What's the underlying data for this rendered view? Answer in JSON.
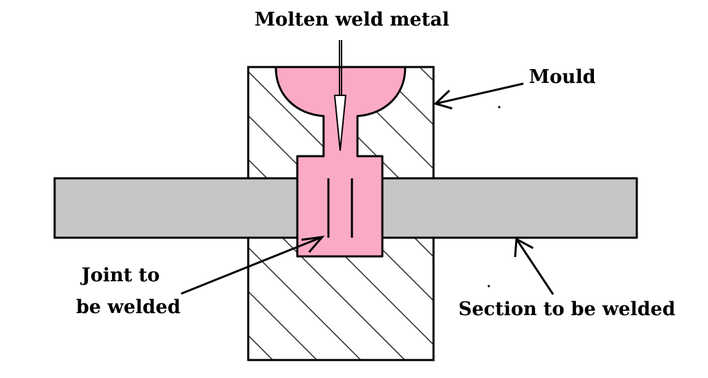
{
  "labels": {
    "molten": "Molten weld metal",
    "mould": "Mould",
    "joint_line1": "Joint to",
    "joint_line2": "be welded",
    "section": "Section to be welded"
  },
  "colors": {
    "weld_metal": "#fbaac5",
    "section": "#c6c6c6",
    "outline": "#000000",
    "background": "#ffffff"
  }
}
